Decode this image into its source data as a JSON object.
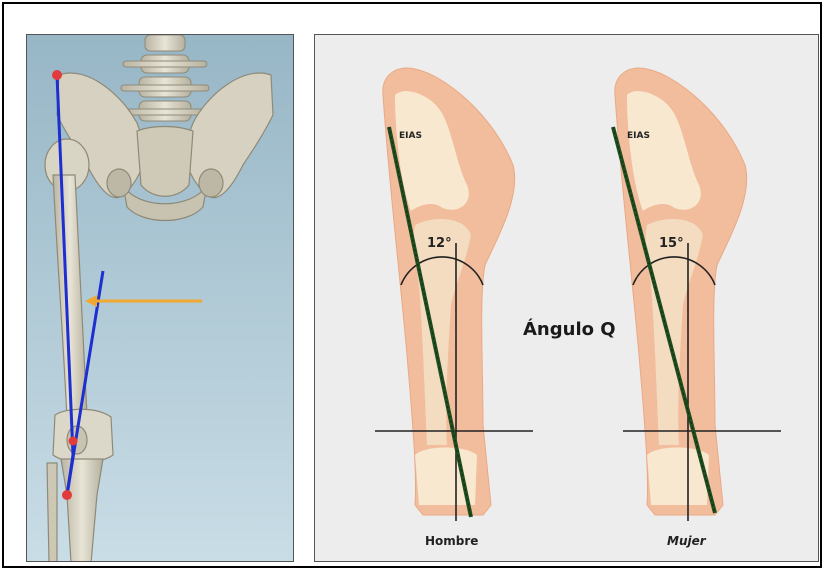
{
  "left_panel": {
    "background_top": "#9bb9c8",
    "background_bottom": "#c6dbe5",
    "bone_color": "#d8d4c4",
    "line_color": "#1d2fd1",
    "arrow_color": "#f0a830",
    "point_color": "#e23b3b"
  },
  "right_panel": {
    "title": "Ángulo Q",
    "leg_color": "#f2bd9d",
    "bone_color": "#f8e8d0",
    "green_line_color": "#1f4d1f",
    "figures": [
      {
        "label": "EIAS",
        "angle_label": "12°",
        "caption": "Hombre"
      },
      {
        "label": "EIAS",
        "angle_label": "15°",
        "caption": "Mujer"
      }
    ]
  }
}
